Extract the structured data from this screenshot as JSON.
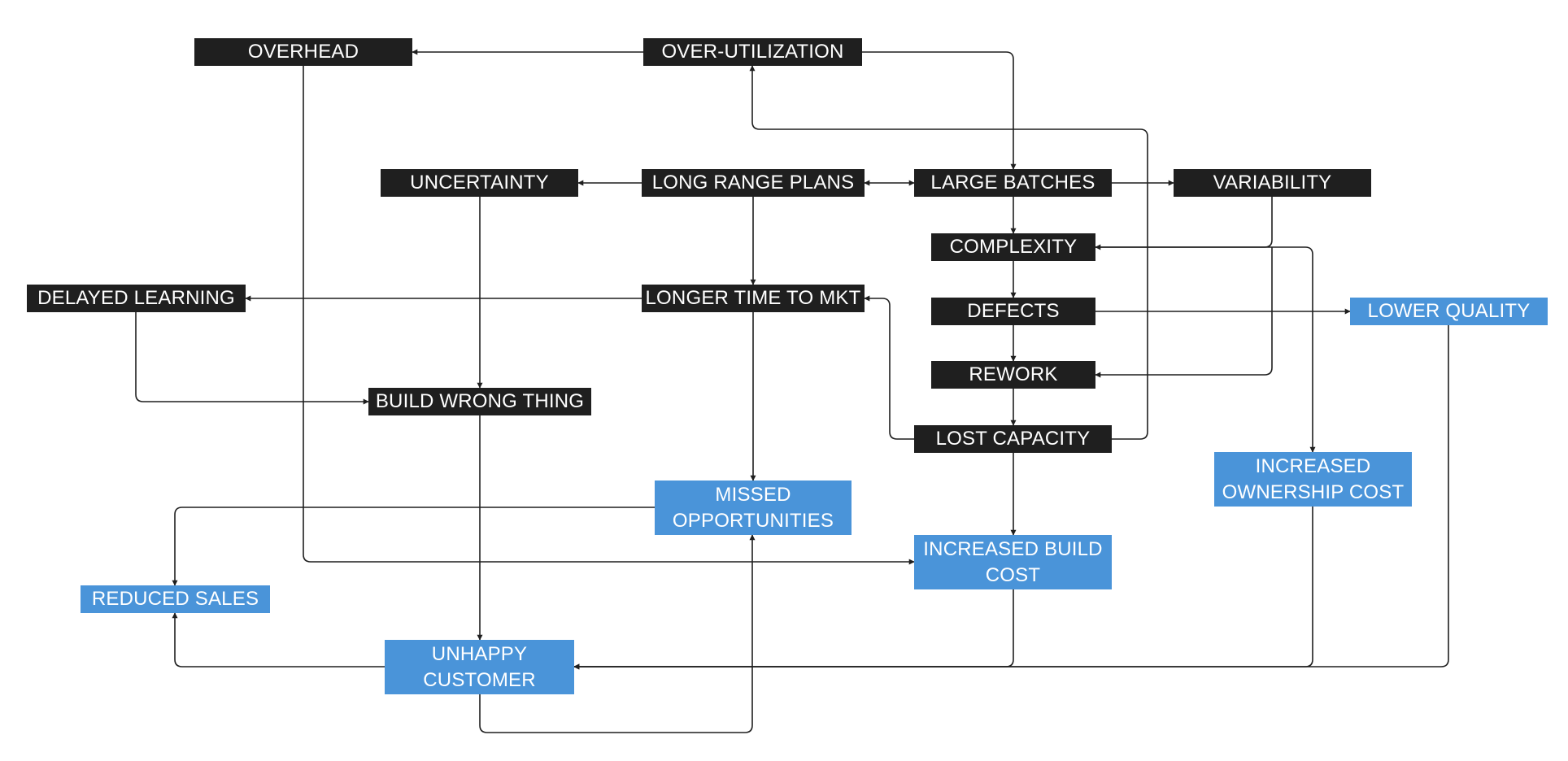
{
  "colors": {
    "cause_box": "#1f1f1f",
    "effect_box": "#4a94d9",
    "text": "#ffffff",
    "connector": "#1f1f1f"
  },
  "nodes": {
    "overhead": {
      "label": "OVERHEAD",
      "kind": "cause"
    },
    "over_utilization": {
      "label": "OVER-UTILIZATION",
      "kind": "cause"
    },
    "uncertainty": {
      "label": "UNCERTAINTY",
      "kind": "cause"
    },
    "long_range_plans": {
      "label": "LONG RANGE PLANS",
      "kind": "cause"
    },
    "large_batches": {
      "label": "LARGE BATCHES",
      "kind": "cause"
    },
    "variability": {
      "label": "VARIABILITY",
      "kind": "cause"
    },
    "complexity": {
      "label": "COMPLEXITY",
      "kind": "cause"
    },
    "delayed_learning": {
      "label": "DELAYED LEARNING",
      "kind": "cause"
    },
    "longer_time_to_mkt": {
      "label": "LONGER TIME TO MKT",
      "kind": "cause"
    },
    "defects": {
      "label": "DEFECTS",
      "kind": "cause"
    },
    "lower_quality": {
      "label": "LOWER QUALITY",
      "kind": "effect"
    },
    "rework": {
      "label": "REWORK",
      "kind": "cause"
    },
    "build_wrong_thing": {
      "label": "BUILD WRONG THING",
      "kind": "cause"
    },
    "lost_capacity": {
      "label": "LOST CAPACITY",
      "kind": "cause"
    },
    "missed_opportunities": {
      "label": [
        "MISSED",
        "OPPORTUNITIES"
      ],
      "kind": "effect"
    },
    "increased_ownership_cost": {
      "label": [
        "INCREASED",
        "OWNERSHIP COST"
      ],
      "kind": "effect"
    },
    "increased_build_cost": {
      "label": [
        "INCREASED BUILD",
        "COST"
      ],
      "kind": "effect"
    },
    "reduced_sales": {
      "label": "REDUCED SALES",
      "kind": "effect"
    },
    "unhappy_customer": {
      "label": [
        "UNHAPPY",
        "CUSTOMER"
      ],
      "kind": "effect"
    }
  },
  "edges": [
    {
      "from": "over_utilization",
      "to": "overhead"
    },
    {
      "from": "over_utilization",
      "to": "large_batches"
    },
    {
      "from": "lost_capacity",
      "to": "over_utilization"
    },
    {
      "from": "long_range_plans",
      "to": "uncertainty"
    },
    {
      "from": "long_range_plans",
      "to": "large_batches",
      "bidirectional": true
    },
    {
      "from": "large_batches",
      "to": "variability"
    },
    {
      "from": "large_batches",
      "to": "complexity"
    },
    {
      "from": "variability",
      "to": "complexity"
    },
    {
      "from": "variability",
      "to": "rework"
    },
    {
      "from": "complexity",
      "to": "defects"
    },
    {
      "from": "complexity",
      "to": "increased_ownership_cost"
    },
    {
      "from": "defects",
      "to": "rework"
    },
    {
      "from": "defects",
      "to": "lower_quality"
    },
    {
      "from": "rework",
      "to": "lost_capacity"
    },
    {
      "from": "lost_capacity",
      "to": "longer_time_to_mkt"
    },
    {
      "from": "lost_capacity",
      "to": "increased_build_cost"
    },
    {
      "from": "long_range_plans",
      "to": "longer_time_to_mkt"
    },
    {
      "from": "longer_time_to_mkt",
      "to": "delayed_learning"
    },
    {
      "from": "longer_time_to_mkt",
      "to": "missed_opportunities"
    },
    {
      "from": "uncertainty",
      "to": "build_wrong_thing"
    },
    {
      "from": "delayed_learning",
      "to": "build_wrong_thing"
    },
    {
      "from": "build_wrong_thing",
      "to": "unhappy_customer"
    },
    {
      "from": "overhead",
      "to": "increased_build_cost"
    },
    {
      "from": "missed_opportunities",
      "to": "reduced_sales"
    },
    {
      "from": "unhappy_customer",
      "to": "reduced_sales"
    },
    {
      "from": "unhappy_customer",
      "to": "missed_opportunities"
    },
    {
      "from": "increased_build_cost",
      "to": "unhappy_customer"
    },
    {
      "from": "increased_ownership_cost",
      "to": "unhappy_customer"
    },
    {
      "from": "lower_quality",
      "to": "unhappy_customer"
    }
  ]
}
